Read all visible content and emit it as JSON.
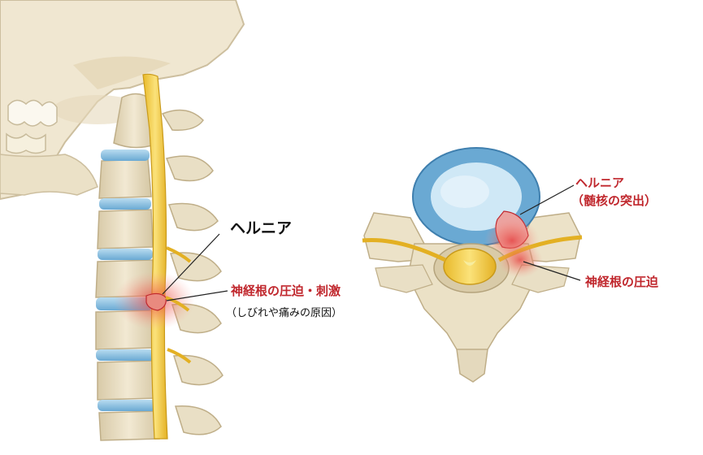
{
  "labels": {
    "hernia_left": "ヘルニア",
    "compression_left": "神経根の圧迫・刺激",
    "cause_left": "（しびれや痛みの原因）",
    "hernia_right": "ヘルニア",
    "nucleus_right": "（髄核の突出）",
    "compression_right": "神経根の圧迫"
  },
  "colors": {
    "bone": "#ede3cb",
    "bone_shadow": "#cdbf9f",
    "disc": "#8fc4e3",
    "nerve": "#f2cf3b",
    "inflammation": "#e53b3b",
    "label_red": "#c0272d",
    "leader_line": "#222222"
  }
}
